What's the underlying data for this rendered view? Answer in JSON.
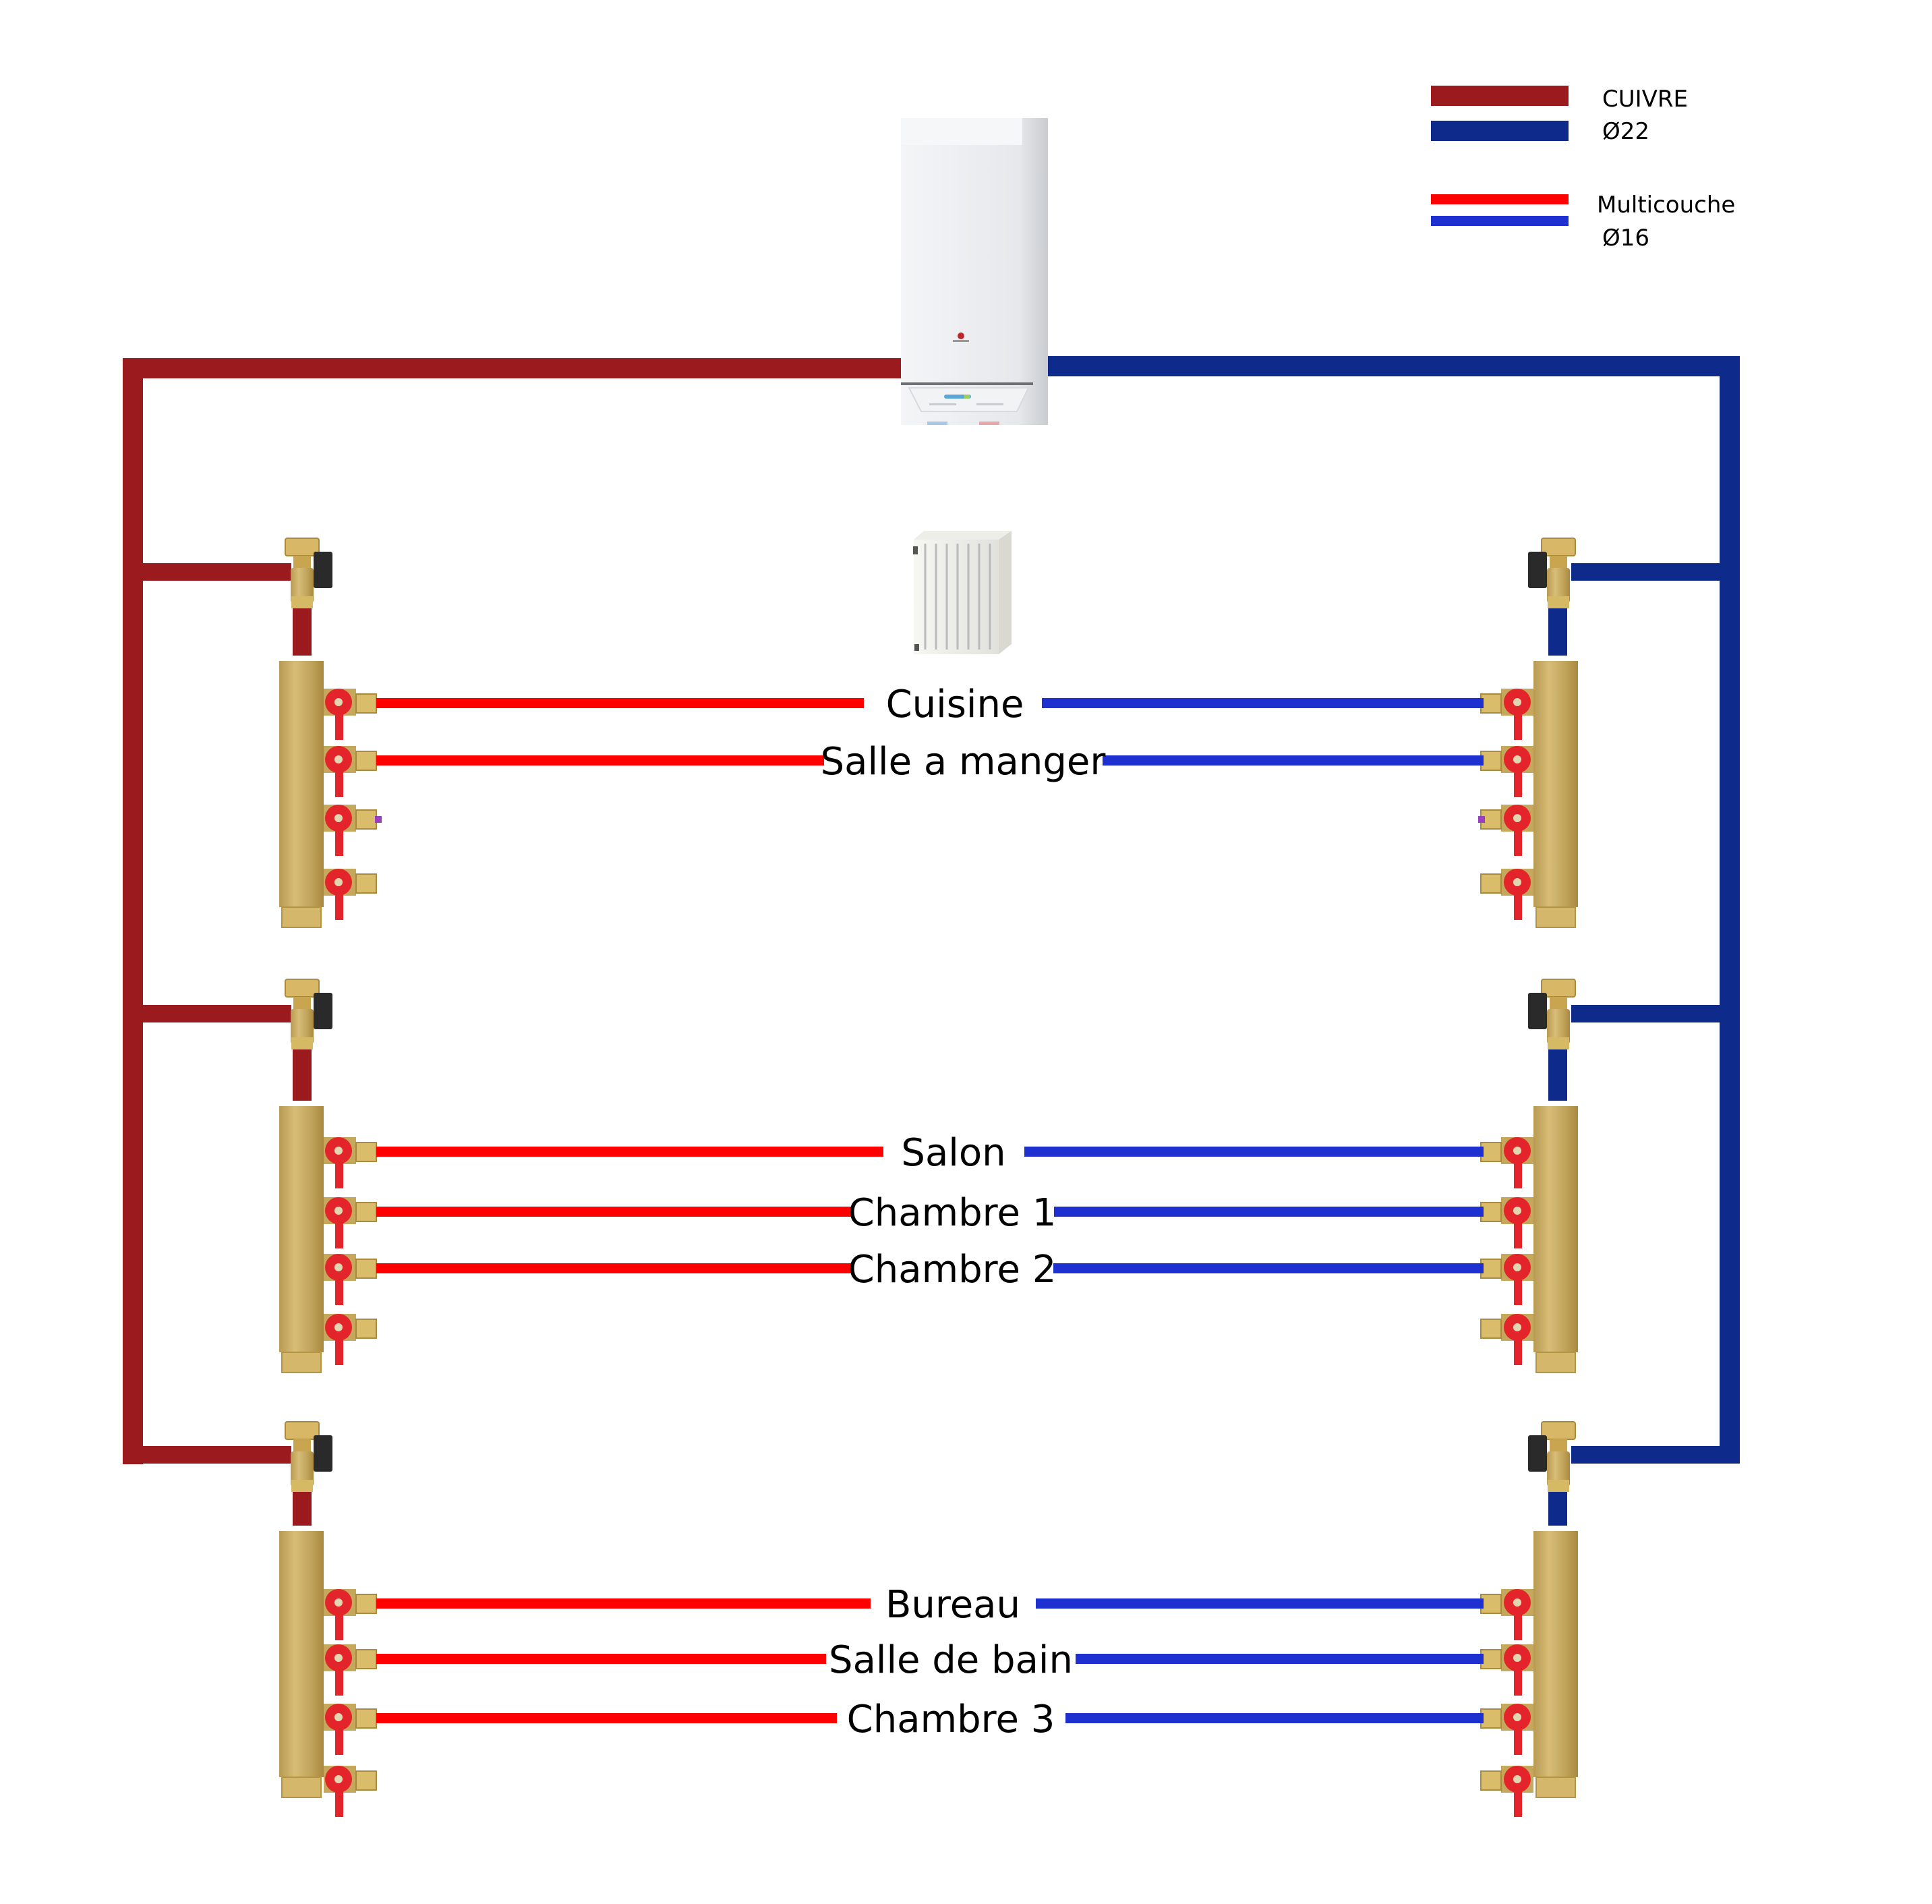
{
  "colors": {
    "copper_supply": "#9b1a1d",
    "copper_return": "#0e2a8a",
    "multilayer_supply": "#ff0000",
    "multilayer_return": "#1e30cf",
    "brass": "#c9ac62",
    "brass_dark": "#a88c45",
    "valve_handle_red": "#e3242b",
    "isolation_handle": "#2a2a2a",
    "boiler_body": "#e9ebee"
  },
  "legend": {
    "copper": {
      "line1": "CUIVRE",
      "line2": "Ø22"
    },
    "multilayer": {
      "line1": "Multicouche",
      "line2": "Ø16"
    }
  },
  "boiler": {
    "name": "Chaudière murale",
    "icon": "boiler-icon"
  },
  "radiator": {
    "name": "Radiateur",
    "icon": "radiator-icon"
  },
  "manifold_groups": [
    {
      "name": "groupe-1",
      "ports": 4,
      "circuits": [
        {
          "label": "Cuisine"
        },
        {
          "label": "Salle a manger"
        }
      ]
    },
    {
      "name": "groupe-2",
      "ports": 4,
      "circuits": [
        {
          "label": "Salon"
        },
        {
          "label": "Chambre 1"
        },
        {
          "label": "Chambre 2"
        }
      ]
    },
    {
      "name": "groupe-3",
      "ports": 4,
      "circuits": [
        {
          "label": "Bureau"
        },
        {
          "label": "Salle de bain"
        },
        {
          "label": "Chambre 3"
        }
      ]
    }
  ]
}
